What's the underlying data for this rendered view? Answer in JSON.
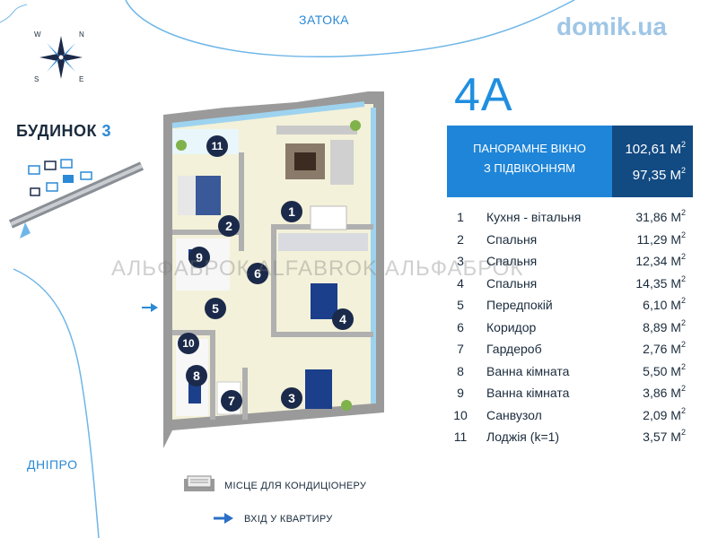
{
  "map": {
    "top_water": "ЗАТОКА",
    "left_water": "ДНІПРО",
    "compass": {
      "n": "N",
      "s": "S",
      "e": "E",
      "w": "W"
    }
  },
  "logo": "domik.ua",
  "apartment_code": "4A",
  "building": {
    "label": "БУДИНОК",
    "number": "3"
  },
  "panorama": {
    "title_line1": "ПАНОРАМНЕ ВІКНО",
    "title_line2": "З ПІДВІКОННЯМ",
    "area_total": "102,61 М",
    "area_living": "97,35 М",
    "unit_sup": "2"
  },
  "rooms": [
    {
      "n": "1",
      "name": "Кухня - вітальня",
      "area": "31,86 М"
    },
    {
      "n": "2",
      "name": "Спальня",
      "area": "11,29 М"
    },
    {
      "n": "3",
      "name": "Спальня",
      "area": "12,34 М"
    },
    {
      "n": "4",
      "name": "Спальня",
      "area": "14,35 М"
    },
    {
      "n": "5",
      "name": "Передпокій",
      "area": "6,10 М"
    },
    {
      "n": "6",
      "name": "Коридор",
      "area": "8,89 М"
    },
    {
      "n": "7",
      "name": "Гардероб",
      "area": "2,76 М"
    },
    {
      "n": "8",
      "name": "Ванна кімната",
      "area": "5,50 М"
    },
    {
      "n": "9",
      "name": "Ванна кімната",
      "area": "3,86 М"
    },
    {
      "n": "10",
      "name": "Санвузол",
      "area": "2,09 М"
    },
    {
      "n": "11",
      "name": "Лоджія (k=1)",
      "area": "3,57 М"
    }
  ],
  "area_unit_sup": "2",
  "legend": {
    "ac_label": "МІСЦЕ ДЛЯ КОНДИЦІОНЕРУ",
    "entry_label": "ВХІД У КВАРТИРУ"
  },
  "watermark": "АЛЬФАБРОК  ALFABROK  АЛЬФАБРОК",
  "colors": {
    "accent": "#1f85d8",
    "accent_dark": "#124a82",
    "marker": "#1b2a4a",
    "wall": "#9a9a9a",
    "floor": "#f3f1d9"
  }
}
